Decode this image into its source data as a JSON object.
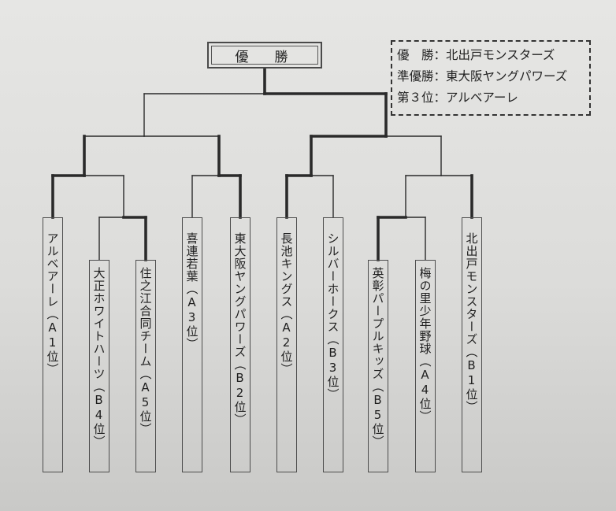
{
  "champion_label": "優　勝",
  "results": {
    "winner": "優　勝：北出戸モンスターズ",
    "runner_up": "準優勝：東大阪ヤングパワーズ",
    "third": "第３位：アルベアーレ"
  },
  "teams": [
    {
      "label": "アルベアーレ（A1位）",
      "shade": "grey"
    },
    {
      "label": "大正ホワイトハーツ（B4位）",
      "shade": "white"
    },
    {
      "label": "住之江合同チーム（A5位）",
      "shade": "grey"
    },
    {
      "label": "喜連若葉（A3位）",
      "shade": "white"
    },
    {
      "label": "東大阪ヤングパワーズ（B2位）",
      "shade": "grey"
    },
    {
      "label": "長池キングス（A2位）",
      "shade": "grey"
    },
    {
      "label": "シルバーホークス（B3位）",
      "shade": "white"
    },
    {
      "label": "英彰パープルキッズ（B5位）",
      "shade": "white"
    },
    {
      "label": "梅の里少年野球（A4位）",
      "shade": "white"
    },
    {
      "label": "北出戸モンスターズ（B1位）",
      "shade": "grey"
    }
  ]
}
